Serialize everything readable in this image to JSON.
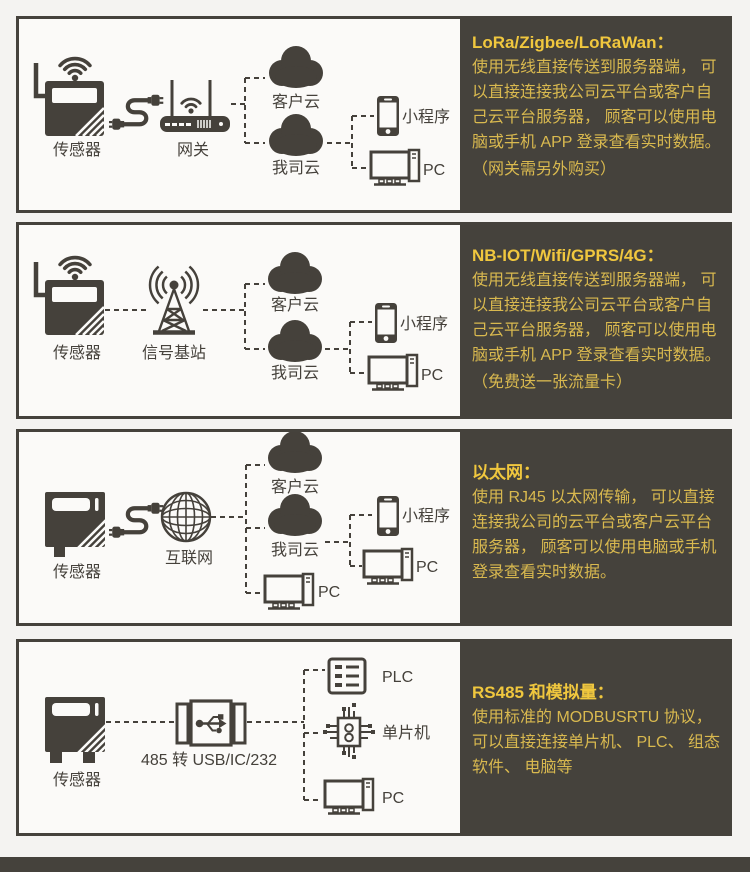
{
  "rows": [
    {
      "heading": "LoRa/Zigbee/LoRaWan：",
      "body": "使用无线直接传送到服务器端， 可以直接连接我公司云平台或客户自己云平台服务器， 顾客可以使用电脑或手机 APP 登录查看实时数据。",
      "note": "（网关需另外购买）",
      "labels": {
        "sensor": "传感器",
        "middle": "网关",
        "cloud1": "客户云",
        "cloud2": "我司云",
        "phone": "小程序",
        "pc": "PC"
      }
    },
    {
      "heading": "NB-IOT/Wifi/GPRS/4G：",
      "body": "使用无线直接传送到服务器端， 可以直接连接我公司云平台或客户自己云平台服务器， 顾客可以使用电脑或手机 APP 登录查看实时数据。",
      "note": "（免费送一张流量卡）",
      "labels": {
        "sensor": "传感器",
        "middle": "信号基站",
        "cloud1": "客户云",
        "cloud2": "我司云",
        "phone": "小程序",
        "pc": "PC"
      }
    },
    {
      "heading": "以太网：",
      "body": "使用 RJ45 以太网传输， 可以直接连接我公司的云平台或客户云平台服务器， 顾客可以使用电脑或手机登录查看实时数据。",
      "note": "",
      "labels": {
        "sensor": "传感器",
        "middle": "互联网",
        "cloud1": "客户云",
        "cloud2": "我司云",
        "phone": "小程序",
        "pc": "PC",
        "pc2": "PC"
      }
    },
    {
      "heading": "RS485 和模拟量：",
      "body": "使用标准的 MODBUSRTU 协议， 可以直接连接单片机、 PLC、 组态软件、 电脑等",
      "note": "",
      "labels": {
        "sensor": "传感器",
        "middle": "485 转 USB/IC/232",
        "plc": "PLC",
        "mcu": "单片机",
        "pc": "PC"
      }
    }
  ],
  "colors": {
    "panel": "#45423c",
    "heading": "#f0c73e",
    "body_text": "#d9b94f",
    "icon": "#45413b",
    "page_bg": "#f4f3f1"
  }
}
